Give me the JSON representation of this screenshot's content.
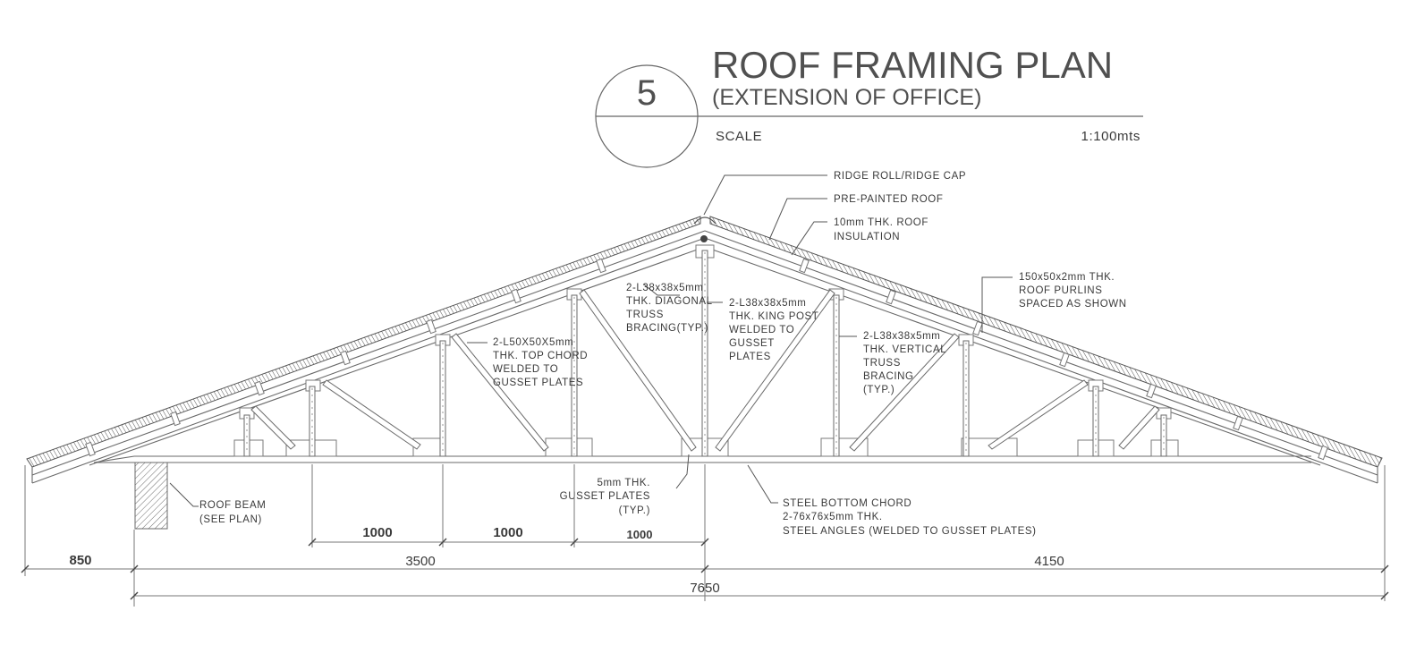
{
  "title": {
    "number": "5",
    "main": "ROOF FRAMING PLAN",
    "sub": "(EXTENSION OF OFFICE)",
    "scale_label": "SCALE",
    "scale_value": "1:100mts"
  },
  "callouts": {
    "ridge_cap": [
      "RIDGE ROLL/RIDGE CAP"
    ],
    "pre_painted": [
      "PRE-PAINTED ROOF"
    ],
    "insulation": [
      "10mm THK. ROOF",
      "INSULATION"
    ],
    "purlins": [
      "150x50x2mm THK.",
      "ROOF PURLINS",
      "SPACED AS SHOWN"
    ],
    "diagonal": [
      "2-L38x38x5mm",
      "THK. DIAGONAL",
      "TRUSS",
      "BRACING(TYP.)"
    ],
    "king_post": [
      "2-L38x38x5mm",
      "THK. KING POST",
      "WELDED TO",
      "GUSSET",
      "PLATES"
    ],
    "top_chord": [
      "2-L50X50X5mm",
      "THK. TOP CHORD",
      "WELDED TO",
      "GUSSET PLATES"
    ],
    "vertical": [
      "2-L38x38x5mm",
      "THK. VERTICAL",
      "TRUSS",
      "BRACING",
      "(TYP.)"
    ],
    "gusset": [
      "5mm THK.",
      "GUSSET PLATES",
      "(TYP.)"
    ],
    "bottom_chord": [
      "STEEL BOTTOM CHORD",
      "2-76x76x5mm THK.",
      "STEEL ANGLES (WELDED TO GUSSET PLATES)"
    ],
    "roof_beam": [
      "ROOF BEAM",
      "(SEE PLAN)"
    ]
  },
  "dimensions": {
    "bay1": "1000",
    "bay2": "1000",
    "bay3": "1000",
    "overhang": "850",
    "left_span": "3500",
    "right_span": "4150",
    "total": "7650"
  }
}
